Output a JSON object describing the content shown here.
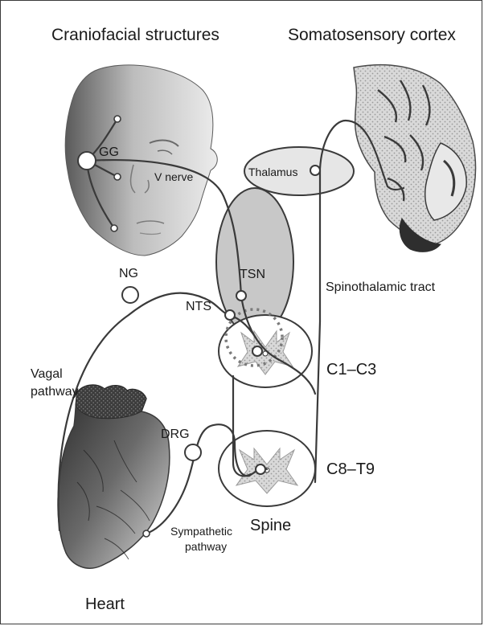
{
  "titles": {
    "left": "Craniofacial structures",
    "right": "Somatosensory cortex"
  },
  "labels": {
    "gg": "GG",
    "v_nerve": "V nerve",
    "thalamus": "Thalamus",
    "tsn": "TSN",
    "spinothalamic": "Spinothalamic tract",
    "ng": "NG",
    "nts": "NTS",
    "c1c3": "C1–C3",
    "vagal_line1": "Vagal",
    "vagal_line2": "pathway",
    "drg": "DRG",
    "c8t9": "C8–T9",
    "spine": "Spine",
    "sympathetic_line1": "Sympathetic",
    "sympathetic_line2": "pathway",
    "heart": "Heart"
  },
  "colors": {
    "stroke": "#3a3a3a",
    "nucleus_fill": "#c8c8c8",
    "gray_matter": "#cfcfcf",
    "oval_fill": "#e6e6e6"
  }
}
